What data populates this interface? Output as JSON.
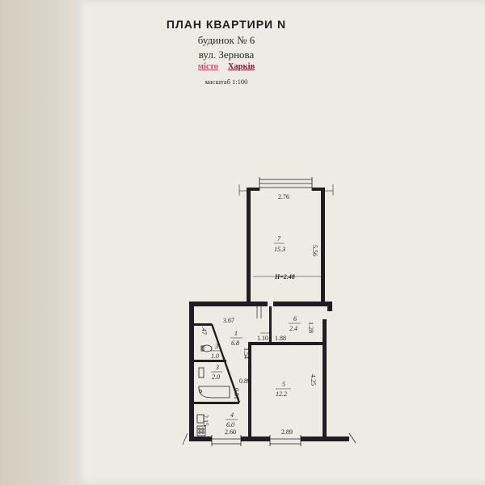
{
  "header": {
    "title": "ПЛАН КВАРТИРИ N",
    "building": "будинок № 6",
    "street": "вул.  Зернова",
    "city_label": "місто",
    "city": "Харків",
    "scale": "масштаб 1:100"
  },
  "plan": {
    "ceiling_height": "H=2.48",
    "rooms": [
      {
        "number": "7",
        "area": "15.3"
      },
      {
        "number": "6",
        "area": "2.4"
      },
      {
        "number": "1",
        "area": "6.8"
      },
      {
        "number": "3",
        "area": "1.0"
      },
      {
        "number": "3",
        "area": "2.0"
      },
      {
        "number": "5",
        "area": "12.2"
      },
      {
        "number": "4",
        "area": "6.0"
      }
    ],
    "dimensions": {
      "d_276": "2.76",
      "d_556": "5.56",
      "d_367": "3.67",
      "d_147": "1.47",
      "d_128": "1.28",
      "d_110": "1.10",
      "d_188": "1.88",
      "d_154": "1.54",
      "d_089": "0.89",
      "d_051": "0.51",
      "d_425": "4.25",
      "d_215": "2.15",
      "d_260": "2.60",
      "d_289": "2.89"
    }
  },
  "colors": {
    "paper": "#ecebe4",
    "ink": "#1e1e24",
    "stamp_red": "#7a2030"
  }
}
